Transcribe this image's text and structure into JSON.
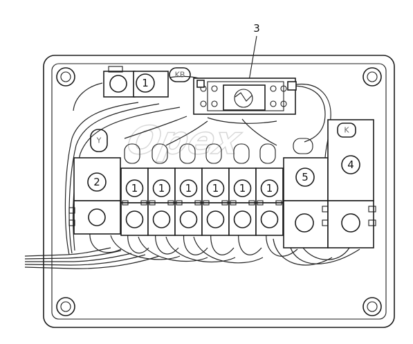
{
  "callout": {
    "label": "3"
  },
  "component_labels": {
    "relay_top_left": "1",
    "terminal_left": "2",
    "fuse_labels": [
      "1",
      "1",
      "1",
      "1",
      "1",
      "1"
    ],
    "terminal_right_inner": "5",
    "terminal_right_outer": "4"
  },
  "tag_labels": {
    "top": "KB",
    "right": "K",
    "left": "Y"
  },
  "watermark": {
    "text": "Opex"
  }
}
